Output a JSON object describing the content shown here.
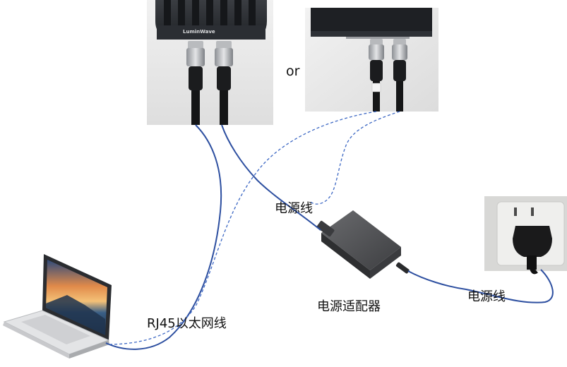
{
  "labels": {
    "or": "or",
    "power_cable_1": "电源线",
    "power_adapter": "电源适配器",
    "power_cable_2": "电源线",
    "ethernet_cable": "RJ45以太网线"
  },
  "device": {
    "brand_text": "LuminWave"
  },
  "colors": {
    "cable_blue": "#2d4fa0",
    "cable_dashed": "#3d68c4",
    "device_dark": "#26292d",
    "adapter_gray": "#4e4f52",
    "wall_outlet": "#ebebe9"
  },
  "icons": {
    "device_a": "camera-device-icon",
    "device_b": "camera-device-alt-icon",
    "adapter": "power-adapter-icon",
    "outlet": "wall-outlet-icon",
    "laptop": "laptop-icon"
  }
}
